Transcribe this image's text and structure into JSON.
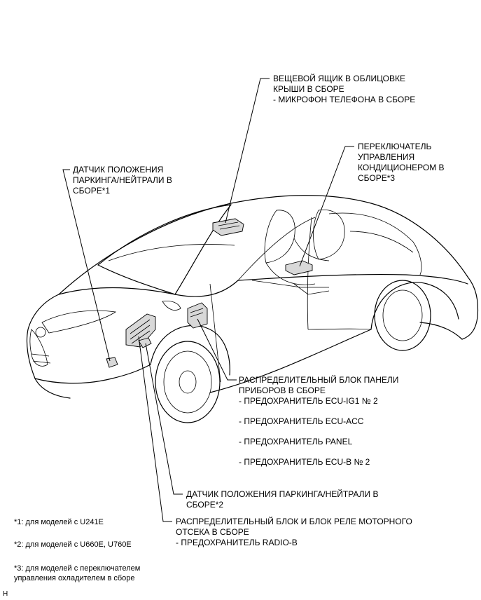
{
  "callouts": {
    "roof_box": {
      "lines": [
        "ВЕЩЕВОЙ ЯЩИК В ОБЛИЦОВКЕ",
        "КРЫШИ В СБОРЕ"
      ],
      "sub": [
        "- МИКРОФОН ТЕЛЕФОНА В СБОРЕ"
      ]
    },
    "ac_switch": {
      "lines": [
        "ПЕРЕКЛЮЧАТЕЛЬ",
        "УПРАВЛЕНИЯ",
        "КОНДИЦИОНЕРОМ В",
        "СБОРЕ*3"
      ]
    },
    "park_sensor_1": {
      "lines": [
        "ДАТЧИК ПОЛОЖЕНИЯ",
        "ПАРКИНГА/НЕЙТРАЛИ В",
        "СБОРЕ*1"
      ]
    },
    "instrument_junction": {
      "lines": [
        "РАСПРЕДЕЛИТЕЛЬНЫЙ БЛОК ПАНЕЛИ",
        "ПРИБОРОВ В СБОРЕ"
      ],
      "sub": [
        "- ПРЕДОХРАНИТЕЛЬ ECU-IG1 № 2",
        "- ПРЕДОХРАНИТЕЛЬ ECU-ACC",
        "- ПРЕДОХРАНИТЕЛЬ PANEL",
        "- ПРЕДОХРАНИТЕЛЬ ECU-B № 2"
      ]
    },
    "park_sensor_2": {
      "lines": [
        "ДАТЧИК ПОЛОЖЕНИЯ ПАРКИНГА/НЕЙТРАЛИ В",
        "СБОРЕ*2"
      ]
    },
    "engine_junction": {
      "lines": [
        "РАСПРЕДЕЛИТЕЛЬНЫЙ БЛОК И БЛОК РЕЛЕ МОТОРНОГО",
        "ОТСЕКА В СБОРЕ"
      ],
      "sub": [
        "- ПРЕДОХРАНИТЕЛЬ RADIO-B"
      ]
    }
  },
  "footnotes": [
    "*1: для моделей с U241E",
    "*2: для моделей с U660E, U760E",
    "*3: для моделей с переключателем",
    "управления охладителем в сборе"
  ],
  "corner_mark": "H"
}
